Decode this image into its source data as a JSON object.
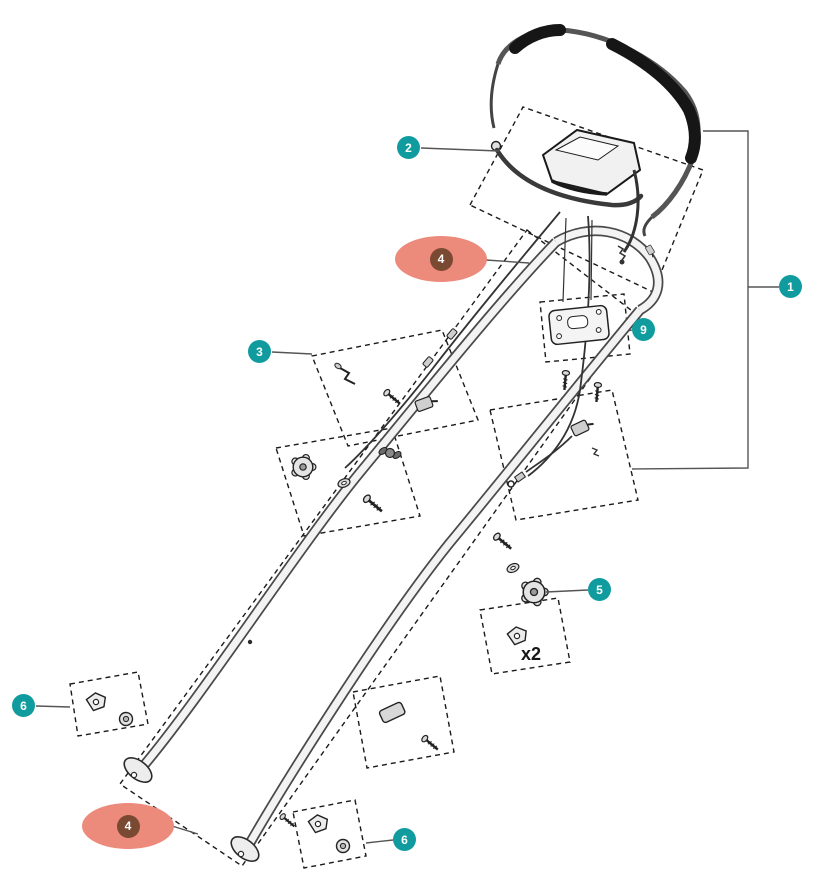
{
  "diagram": {
    "kind": "exploded-parts-diagram"
  },
  "colors": {
    "callout_bg": "#109C9F",
    "callout_text": "#FFFFFF",
    "highlight_ellipse": "#EC8A7C",
    "highlight_badge_bg": "#7A4932",
    "leader_line": "#555555",
    "illustration_line": "#2A2A2A"
  },
  "callouts": [
    {
      "label": "1",
      "highlighted": false
    },
    {
      "label": "2",
      "highlighted": false
    },
    {
      "label": "3",
      "highlighted": false
    },
    {
      "label": "4",
      "highlighted": true
    },
    {
      "label": "4",
      "highlighted": true
    },
    {
      "label": "5",
      "highlighted": false
    },
    {
      "label": "6",
      "highlighted": false
    },
    {
      "label": "6",
      "highlighted": false
    },
    {
      "label": "9",
      "highlighted": false
    }
  ],
  "annotations": {
    "quantity_note": "x2"
  }
}
